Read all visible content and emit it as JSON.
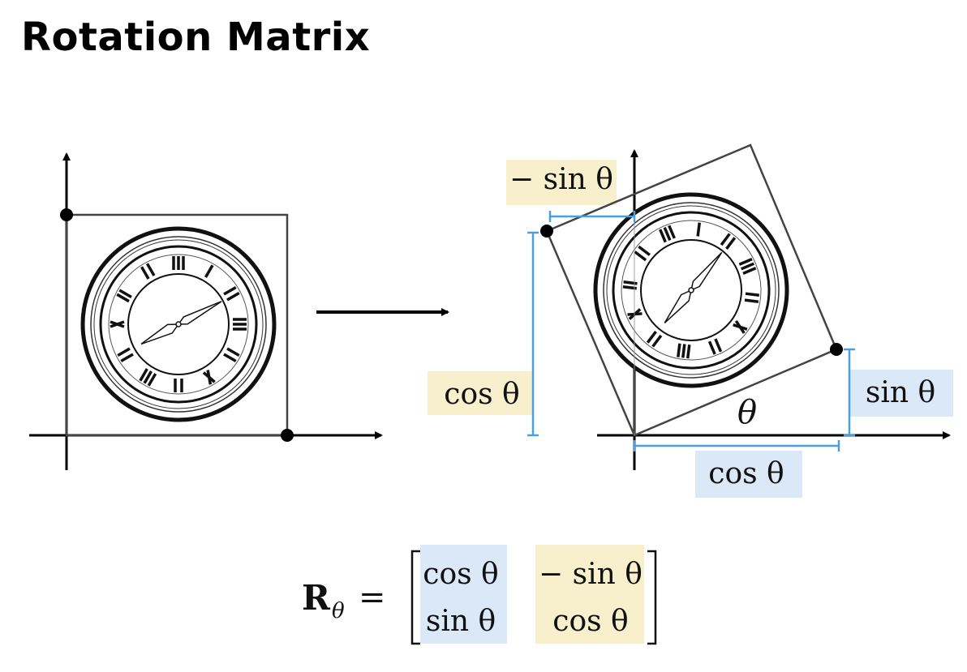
{
  "slide": {
    "title": "Rotation Matrix"
  },
  "labels": {
    "neg_sin": "− sin θ",
    "cos_left": "cos θ",
    "sin_right": "sin θ",
    "cos_bottom": "cos θ",
    "theta": "θ"
  },
  "matrix": {
    "lhs_symbol": "R",
    "lhs_subscript": "θ",
    "equals": "=",
    "col1": [
      "cos θ",
      "sin θ"
    ],
    "col2": [
      "− sin θ",
      "cos θ"
    ]
  },
  "colors": {
    "yellow_highlight": "#f8f0cc",
    "blue_highlight": "#dbe8f7",
    "dimension_blue": "#4a9fe0",
    "frame": "#444444",
    "axis": "#000000"
  },
  "icons": {
    "clock": "clock-face-icon",
    "arrow": "right-arrow-icon"
  }
}
